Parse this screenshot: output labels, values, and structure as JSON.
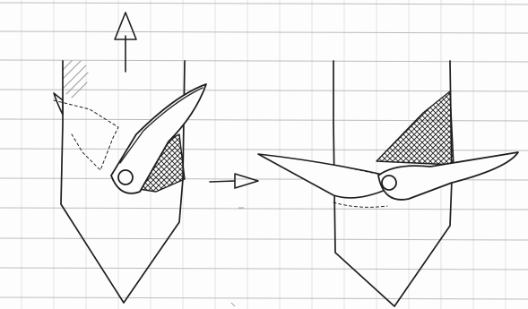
{
  "paper": {
    "color": "#fdfdfd",
    "rule_color": "#b9bcbf",
    "grid_color": "#e3e4e6",
    "ink_color": "#1e1e1e",
    "faint_ink_color": "#8a8a8a"
  },
  "left_figure": {
    "state": "retracted",
    "pivot": "pivot-pin",
    "motion": "up-arrow-icon"
  },
  "transition": {
    "icon": "right-arrow-icon"
  },
  "right_figure": {
    "state": "deployed",
    "pivot": "pivot-pin"
  }
}
